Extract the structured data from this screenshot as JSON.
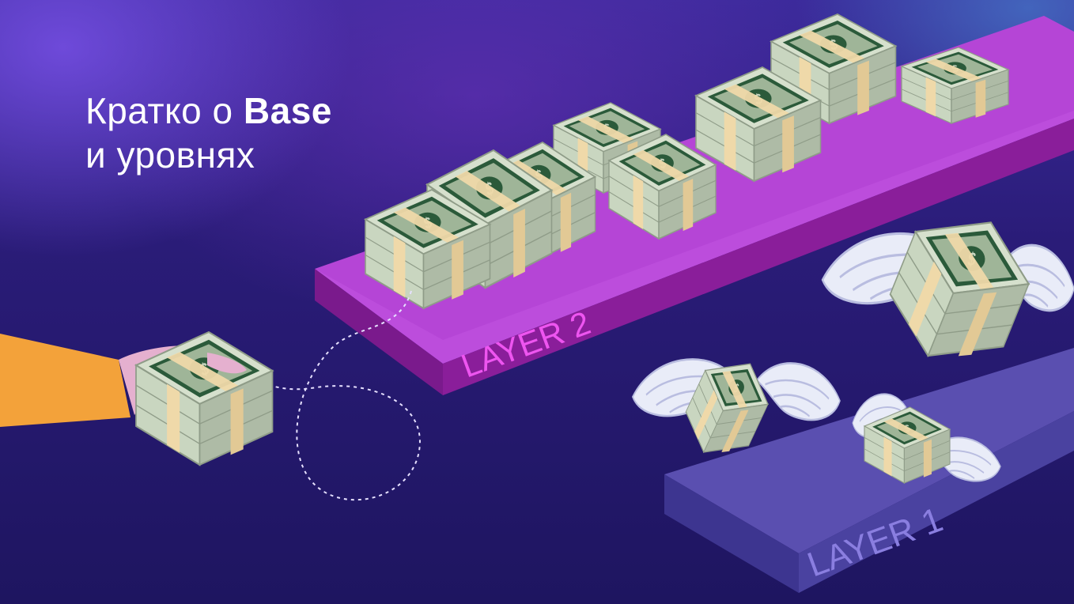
{
  "headline": {
    "line1_prefix": "Кратко о",
    "line1_bold": "Base",
    "line2": "и уровнях"
  },
  "platforms": {
    "layer2_label": "LAYER 2",
    "layer1_label": "LAYER 1"
  },
  "bill_symbol": "$",
  "colors": {
    "background_top": "#3a2a9a",
    "background_bottom": "#1e1560",
    "layer2_top": "#b545d6",
    "layer2_front": "#8a1e9a",
    "layer2_label": "#ee55f0",
    "layer1_top": "#5a4fb0",
    "layer1_front": "#4a42a0",
    "layer1_label": "#8a7ee0",
    "money_face": "#c9d6c0",
    "money_side": "#aebba6",
    "money_print": "#2b5a3a",
    "band": "#efd9a9",
    "sleeve": "#f3a23a",
    "hand": "#e5b0cf"
  }
}
